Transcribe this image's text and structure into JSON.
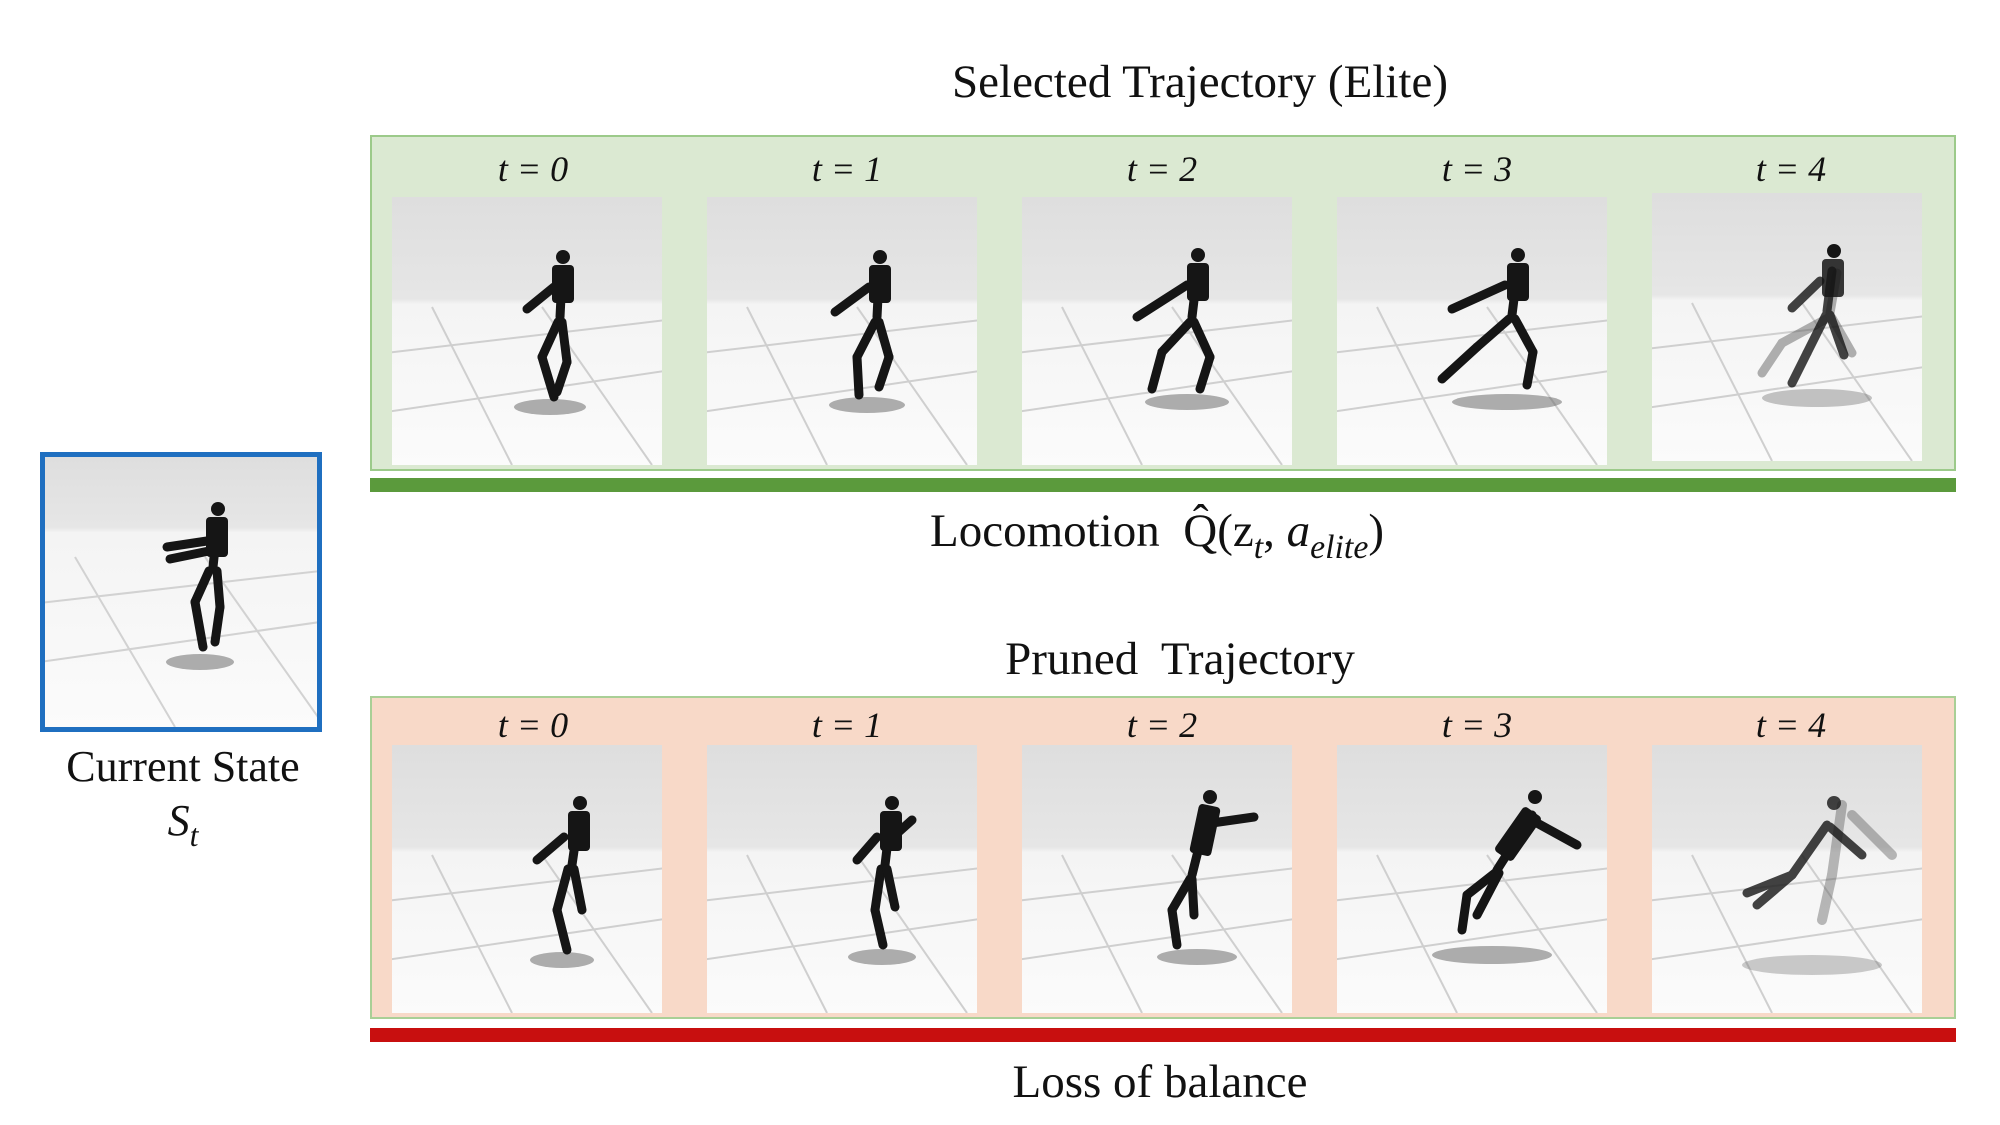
{
  "elite": {
    "title": "Selected Trajectory (Elite)",
    "frame_labels": [
      "t = 0",
      "t = 1",
      "t = 2",
      "t = 3",
      "t = 4"
    ],
    "caption_word": "Locomotion",
    "caption_q": "Q̂(z",
    "caption_t": "t",
    "caption_sep": ", ",
    "caption_a": "a",
    "caption_elite": "elite",
    "caption_close": ")",
    "color": "#5b9a3c",
    "panel_color": "#dbe9d2"
  },
  "pruned": {
    "title": "Pruned  Trajectory",
    "frame_labels": [
      "t = 0",
      "t = 1",
      "t = 2",
      "t = 3",
      "t = 4"
    ],
    "caption": "Loss of balance",
    "color": "#c80f0f",
    "panel_color": "#f8d9c8"
  },
  "current_state": {
    "label": "Current State",
    "symbol_main": "S",
    "symbol_sub": "t",
    "border_color": "#1f6fc0"
  }
}
